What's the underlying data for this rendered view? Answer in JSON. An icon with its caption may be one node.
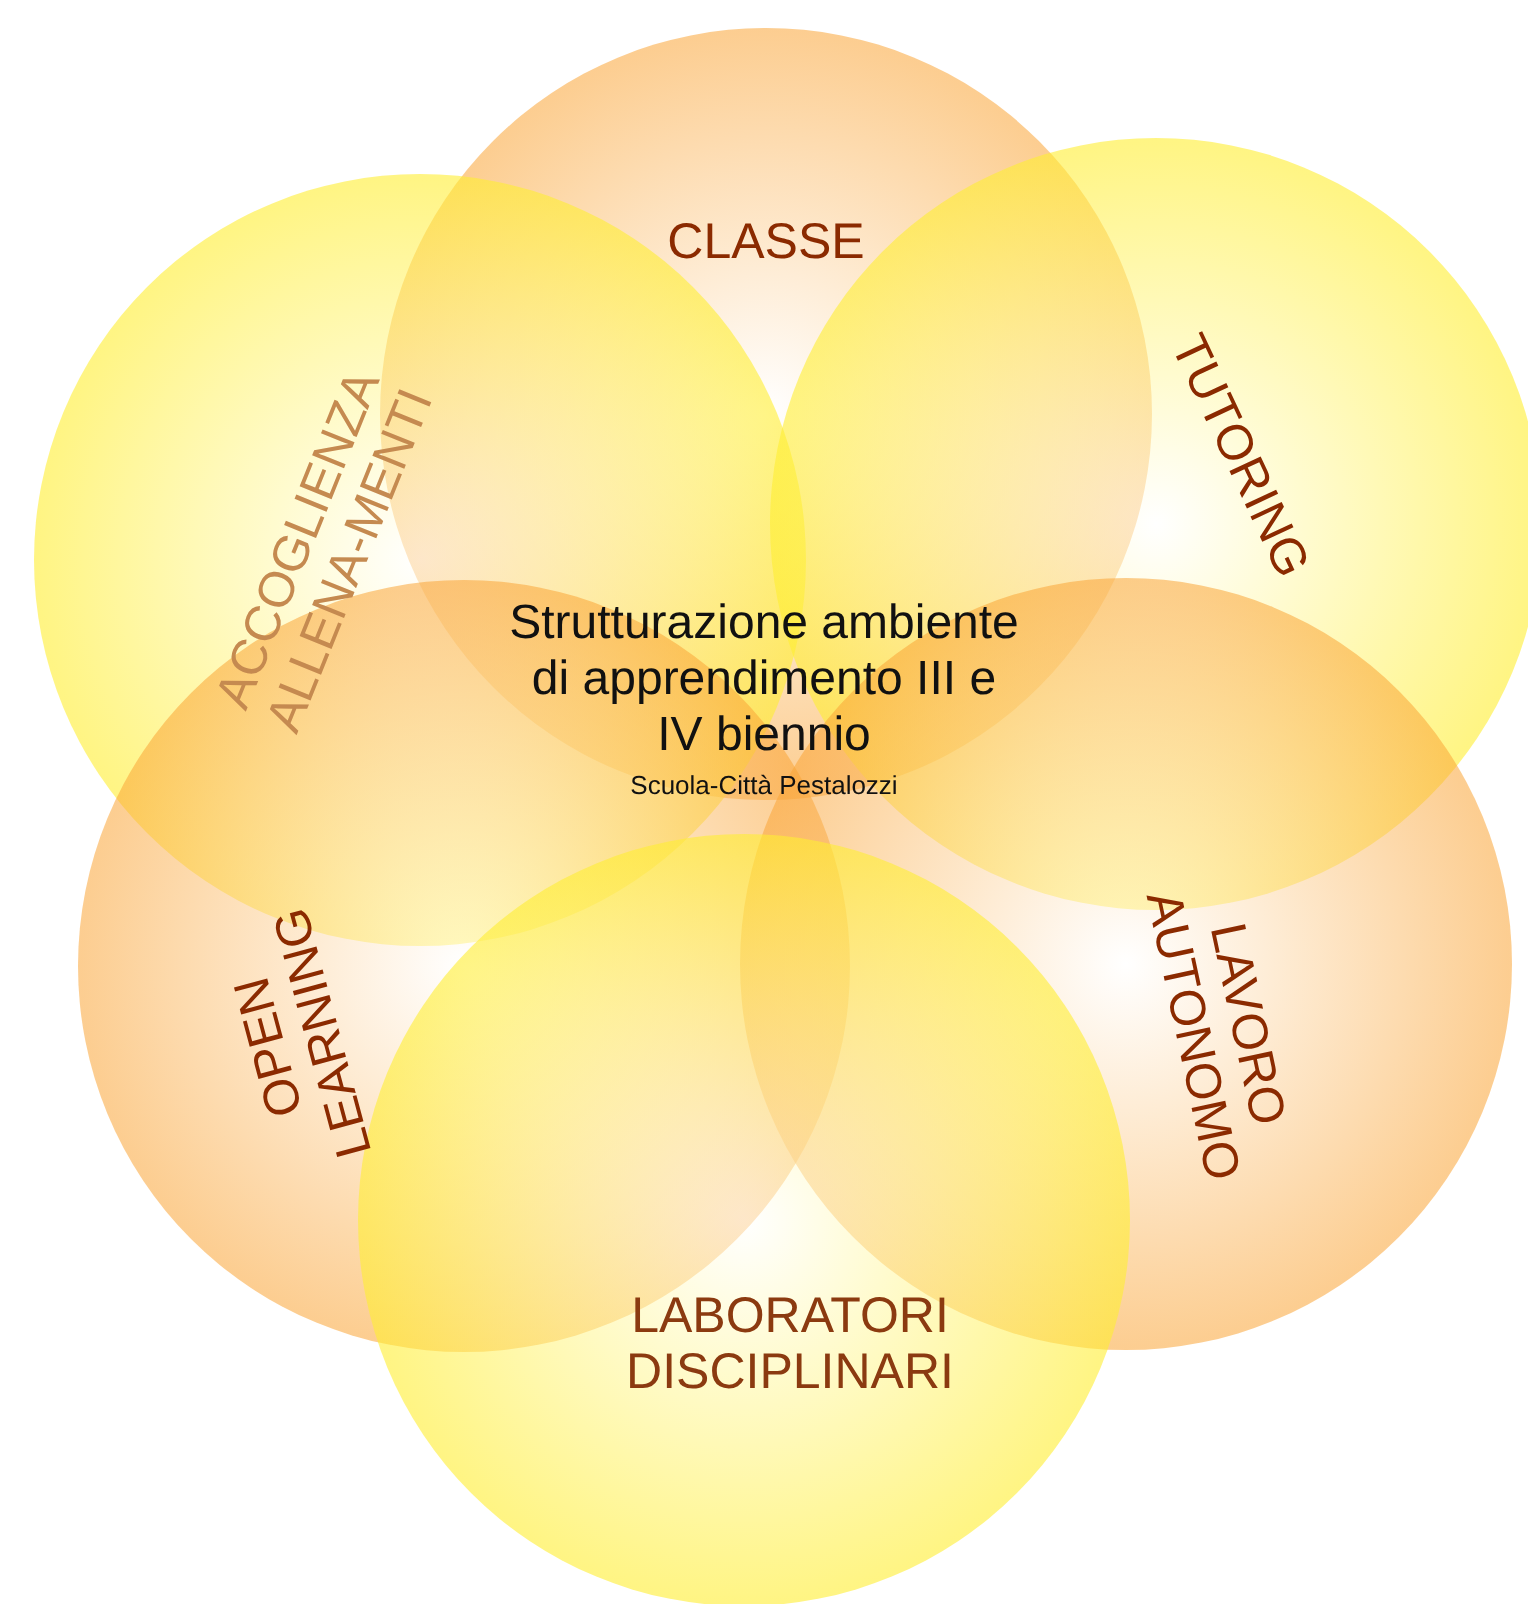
{
  "diagram": {
    "nodes": [
      {
        "text": [
          "CLASSE"
        ]
      },
      {
        "text": [
          "ACCOGLIENZA ALLENA-MENTI"
        ]
      },
      {
        "text": [
          "TUTORING"
        ]
      },
      {
        "text": [
          "OPEN LEARNING"
        ]
      },
      {
        "text": [
          "LAVORO AUTONOMO"
        ]
      },
      {
        "text": [
          "LABORATORI DISCIPLINARI"
        ]
      }
    ],
    "labels": [
      "Strutturazione ambiente di apprendimento III e IV biennio",
      "Scuola-Città Pestalozzi"
    ]
  }
}
